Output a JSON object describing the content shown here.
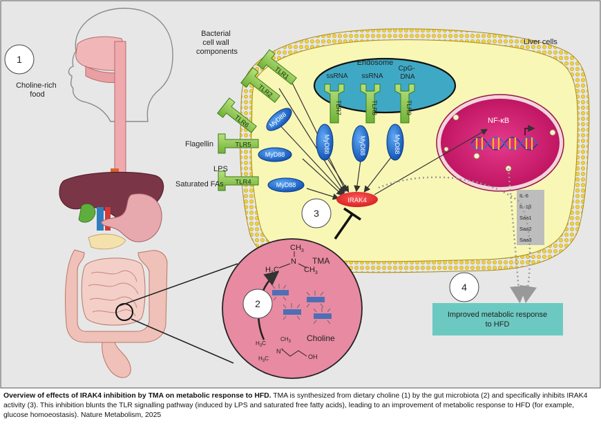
{
  "labels": {
    "step1": "1",
    "step2": "2",
    "step3": "3",
    "step4": "4",
    "choline_food": [
      "Choline-rich",
      "food"
    ],
    "bacterial": [
      "Bacterial",
      "cell wall",
      "components"
    ],
    "liver_cells": "Liver cells",
    "endosome": "Endosome",
    "ssrna_1": "ssRNA",
    "ssrna_2": "ssRNA",
    "cpg_dna": [
      "CpG-",
      "DNA"
    ],
    "flagellin": "Flagellin",
    "lps": "LPS",
    "saturated_fas": "Saturated FAs",
    "nfkb": "NF-κB",
    "irak4": "IRAK4",
    "tma": "TMA",
    "choline": "Choline",
    "myd88": "MyD88",
    "tlrs": [
      "TLR1",
      "TLR2",
      "TLR6",
      "TLR5",
      "TLR4",
      "TLR7",
      "TLR8",
      "TLR9"
    ],
    "cytokines": [
      "IL-6",
      "IL-1β",
      "Saa1",
      "Saa2",
      "Saa3"
    ],
    "outcome": [
      "Improved metabolic response",
      "to HFD"
    ],
    "tma_structure": {
      "methyl": "CH",
      "sub3": "3",
      "h3c": "H",
      "c": "C",
      "n": "N"
    },
    "choline_structure": {
      "oh": "OH",
      "n_plus": "N",
      "plus": "+"
    }
  },
  "caption": {
    "bold": "Overview of effects of IRAK4 inhibition by TMA on metabolic response to HFD.",
    "text": " TMA is synthesized from dietary choline (1) by the gut microbiota (2) and specifically inhibits IRAK4 activity (3). This inhibition blunts the TLR signalling pathway (induced by LPS and saturated free fatty acids), leading to an improvement of metabolic response to HFD (for example, glucose homoeostasis). Nature Metabolism, 2025"
  },
  "colors": {
    "panel_bg": "#e7e7e7",
    "liver_cell": "#f8f7b6",
    "endosome": "#3fa9c5",
    "nucleus": "#d8156e",
    "irak4": "#e8262b",
    "tlr": "#8cc751",
    "myd88": "#1f6bd1",
    "microbiota_circle": "#e88aa1",
    "outcome_box": "#6cc9c2"
  }
}
